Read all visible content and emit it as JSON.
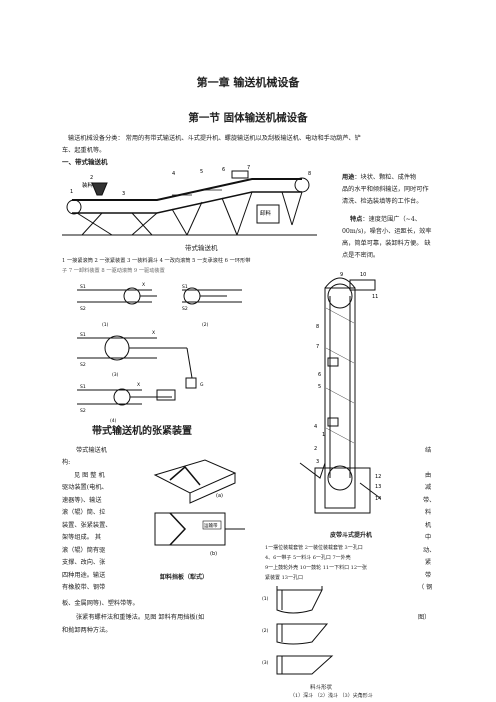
{
  "chapter_title": "第一章   输送机械设备",
  "section_title": "第一节   固体输送机械设备",
  "intro": [
    "输送机械设备分类：  常用的有带式输送机、斗式提升机、螺旋输送机以及刮板输送机、电动和手动葫芦、铲",
    "车、起重机等。"
  ],
  "subsection": "一、带式输送机",
  "usage": {
    "label": "用途",
    "lines": [
      "：块状、颗粒、成件物",
      "品的水平和倾斜输送，同时可作",
      "清洗、检选装填等的工作台。"
    ]
  },
  "features": {
    "label": "特点",
    "lines": [
      "：速度范围广（~4、",
      "00m/s)，噪音小、运距长，效率",
      "高，简单可靠，装卸料方便。  缺",
      "点是不密闭。"
    ]
  },
  "belt_figure": {
    "caption": "带式输送机",
    "labels": [
      "装料",
      "卸料"
    ],
    "numbers": [
      "1",
      "2",
      "3",
      "4",
      "5",
      "6",
      "7",
      "8"
    ],
    "legend_line1": "1 一接紧滚筒   2 一张紧装置   3 一装料漏斗   4 一改向滚筒   5 一支承滚柱   6 一环形带",
    "legend_line2": "子  7 一卸料装置  8 一驱动滚筒  9 一驱动装置"
  },
  "tension_figure": {
    "title": "带式输送机的张紧装置",
    "labels": [
      "S1",
      "S2",
      "S1",
      "S2",
      "S1",
      "S2",
      "S1",
      "S2",
      "X",
      "X",
      "X",
      "G",
      "(1)",
      "(2)",
      "(3)",
      "(4)"
    ]
  },
  "structure": {
    "left_lines": [
      "带式输送机",
      "构:",
      "见 图  整 机",
      "驱动装置(电机、",
      "速器等)、输送",
      "滚（辊）筒、拉",
      "装置、张紧装置、",
      "架等组成。  其",
      "滚（辊）筒有驱",
      "支撑、改向、张",
      "四种用途。输送",
      "有橡胶带、钢带",
      "板、金属网等)、塑料带等。"
    ],
    "right_chars": [
      "结",
      "由",
      "减",
      "带、",
      "料",
      "机",
      "中",
      "动、",
      "紧",
      "带",
      "（ 钢"
    ],
    "tension_line": "张紧有螺杆法和重锤法。见图  卸料有用挡板(如",
    "tension_right": "图）",
    "last_line": "和抛卸两种方法。"
  },
  "scraper_figure": {
    "caption": "卸料挡板（犁式）",
    "labels": [
      "(a)",
      "(b)",
      "运输带"
    ]
  },
  "elevator_figure": {
    "caption": "皮带斗式提升机",
    "numbers": [
      "1",
      "2",
      "3",
      "4",
      "5",
      "6",
      "7",
      "8",
      "9",
      "10",
      "11",
      "12",
      "13",
      "14"
    ],
    "legend": [
      "1一摆位装载套管   2一装位装载套管   3一孔口",
      "4、6一带子   5一料斗  6一孔口  7一外壳",
      "9一上鼓轮外壳  10一鼓轮  11一下料口  12一张",
      "紧装置   13一孔口"
    ]
  },
  "bucket_figure": {
    "caption": "料斗形状",
    "sub": "（1）深斗   （2）浅斗   （3）尖角形斗",
    "labels": [
      "(1)",
      "(2)",
      "(3)"
    ]
  }
}
